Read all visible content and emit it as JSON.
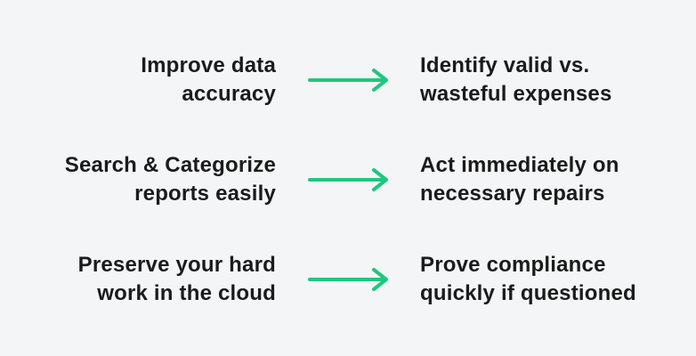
{
  "colors": {
    "background": "#f4f5f7",
    "text": "#1b1b1b",
    "arrow": "#1fc77e"
  },
  "rows": [
    {
      "left": [
        "Improve data",
        "accuracy"
      ],
      "right": [
        "Identify valid vs.",
        "wasteful expenses"
      ]
    },
    {
      "left": [
        "Search & Categorize",
        "reports easily"
      ],
      "right": [
        "Act immediately on",
        "necessary repairs"
      ]
    },
    {
      "left": [
        "Preserve your hard",
        "work in the cloud"
      ],
      "right": [
        "Prove compliance",
        "quickly if questioned"
      ]
    }
  ]
}
